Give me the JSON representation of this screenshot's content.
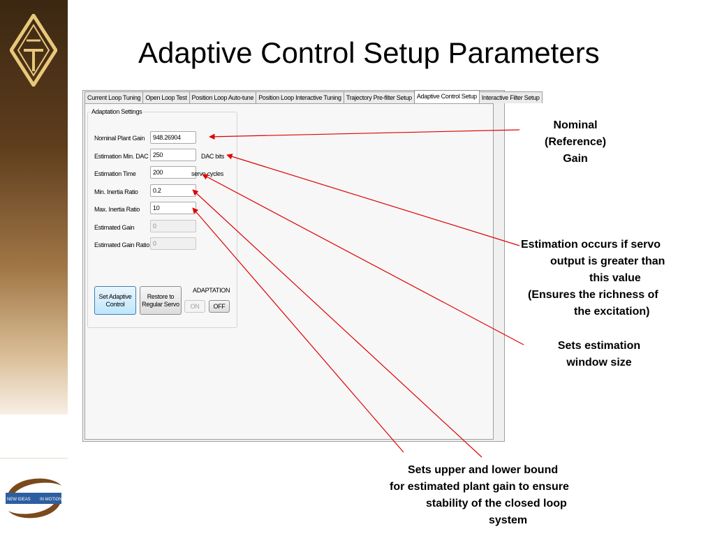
{
  "slide": {
    "title": "Adaptive Control Setup Parameters",
    "logo_bottom_text": {
      "left": "NEW IDEAS",
      "right": "IN MOTION"
    }
  },
  "tabs": [
    {
      "label": "Current Loop Tuning",
      "active": false
    },
    {
      "label": "Open Loop Test",
      "active": false
    },
    {
      "label": "Position Loop Auto-tune",
      "active": false
    },
    {
      "label": "Position Loop Interactive Tuning",
      "active": false
    },
    {
      "label": "Trajectory Pre-filter Setup",
      "active": false
    },
    {
      "label": "Adaptive Control Setup",
      "active": true
    },
    {
      "label": "Interactive Filter Setup",
      "active": false
    }
  ],
  "adaptation_settings": {
    "title": "Adaptation Settings",
    "fields": [
      {
        "label": "Nominal Plant Gain",
        "value": "948.26904",
        "unit": "",
        "enabled": true
      },
      {
        "label": "Estimation Min. DAC",
        "value": "250",
        "unit": "DAC bits",
        "enabled": true
      },
      {
        "label": "Estimation Time",
        "value": "200",
        "unit": "servo cycles",
        "enabled": true
      },
      {
        "label": "Min. Inertia Ratio",
        "value": "0.2",
        "unit": "",
        "enabled": true
      },
      {
        "label": "Max. Inertia Ratio",
        "value": "10",
        "unit": "",
        "enabled": true
      },
      {
        "label": "Estimated Gain",
        "value": "0",
        "unit": "",
        "enabled": false
      },
      {
        "label": "Estimated Gain Ratio",
        "value": "0",
        "unit": "",
        "enabled": false
      }
    ],
    "buttons": {
      "set_adaptive": "Set Adaptive Control",
      "restore": "Restore to Regular Servo"
    },
    "adaptation": {
      "label": "ADAPTATION",
      "on": "ON",
      "off": "OFF"
    }
  },
  "callouts": {
    "nominal": [
      "Nominal",
      "(Reference)",
      "Gain"
    ],
    "estimation": [
      "Estimation occurs if servo",
      "output is greater than",
      "this value",
      "(Ensures the richness of",
      "the excitation)"
    ],
    "window": [
      "Sets estimation",
      "window size"
    ],
    "bounds": [
      "Sets upper and lower bound",
      "for estimated plant gain to ensure",
      "stability of the closed loop",
      "system"
    ]
  },
  "colors": {
    "arrow": "#e00000",
    "sidebar_dark": "#3b2712",
    "sidebar_light": "#f7efe5",
    "active_button": "#3c7fb1"
  }
}
